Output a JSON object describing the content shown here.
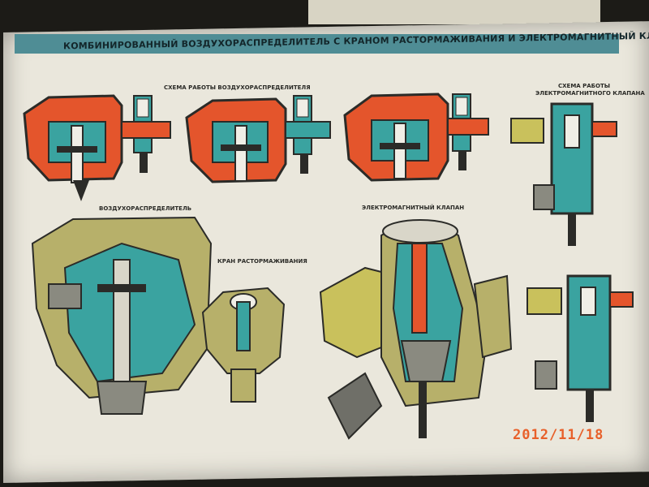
{
  "poster": {
    "title": "КОМБИНИРОВАННЫЙ ВОЗДУХОРАСПРЕДЕЛИТЕЛЬ С КРАНОМ РАСТОРМАЖИВАНИЯ И ЭЛЕКТРОМАГНИТНЫЙ КЛАПАН ПРИЦЕПА",
    "section_scheme_air": "СХЕМА РАБОТЫ ВОЗДУХОРАСПРЕДЕЛИТЕЛЯ",
    "section_scheme_valve_1": "СХЕМА РАБОТЫ",
    "section_scheme_valve_2": "ЭЛЕКТРОМАГНИТНОГО КЛАПАНА",
    "section_air_distributor": "ВОЗДУХОРАСПРЕДЕЛИТЕЛЬ",
    "section_release_cock": "КРАН РАСТОРМАЖИВАНИЯ",
    "section_solenoid_valve": "ЭЛЕКТРОМАГНИТНЫЙ КЛАПАН"
  },
  "photo": {
    "date_stamp": "2012/11/18"
  },
  "colors": {
    "paper": "#eae7dc",
    "title_band": "#4f8d95",
    "air_red": "#e4552c",
    "air_teal": "#3aa3a0",
    "metal_dark": "#2b2b28",
    "housing_olive": "#b7b06a",
    "stamp_orange": "#e8602a"
  }
}
